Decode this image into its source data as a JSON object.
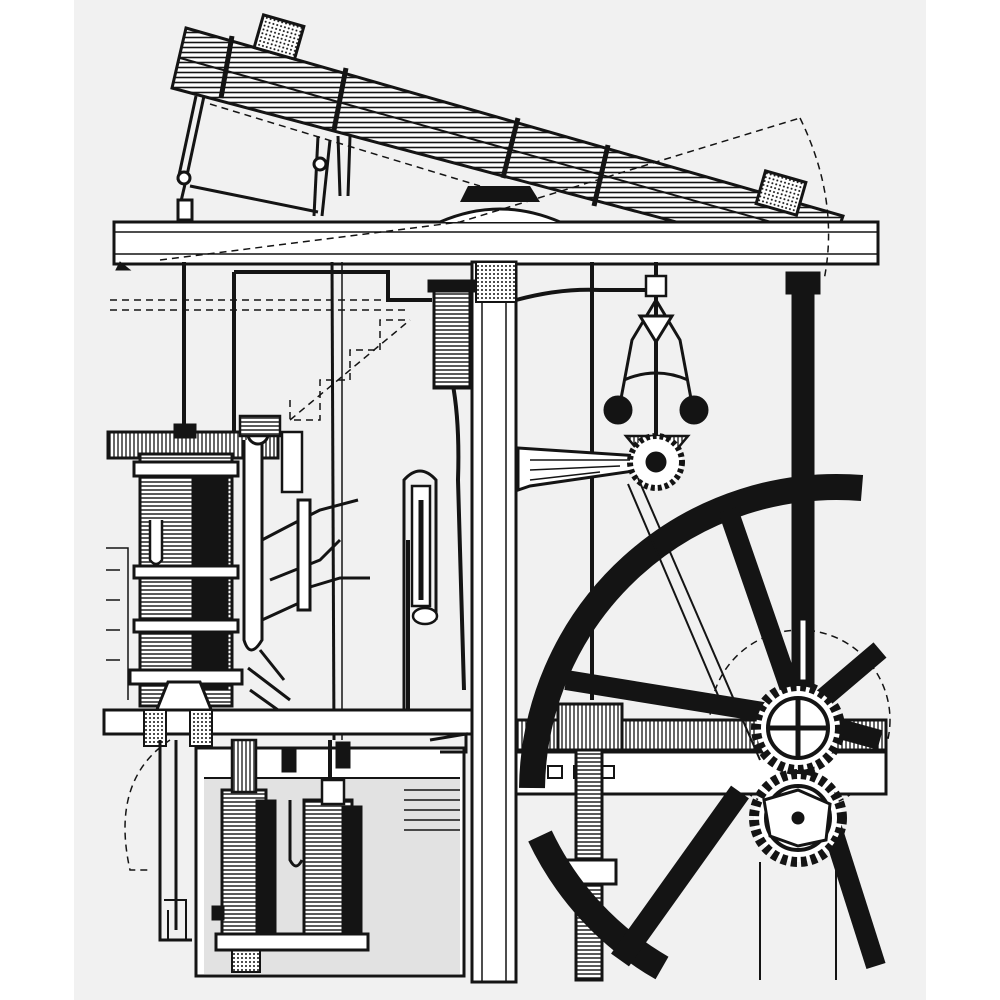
{
  "colors": {
    "background": "#ffffff",
    "plate": "#f1f1f1",
    "ink": "#141414"
  },
  "illustration": {
    "style": "black-and-white line engraving",
    "subject_elements": [
      "beam",
      "entablature",
      "parallel-motion-linkage",
      "steam-cylinder",
      "steam-jacket",
      "valve-gear",
      "steam-pipe",
      "centrifugal-governor",
      "bevel-gears",
      "bracket",
      "flywheel",
      "connecting-rod",
      "sun-and-planet-gears",
      "gauge-tube",
      "central-column",
      "condenser",
      "air-pump",
      "pump-rod",
      "lower-beam",
      "water-cistern"
    ]
  }
}
